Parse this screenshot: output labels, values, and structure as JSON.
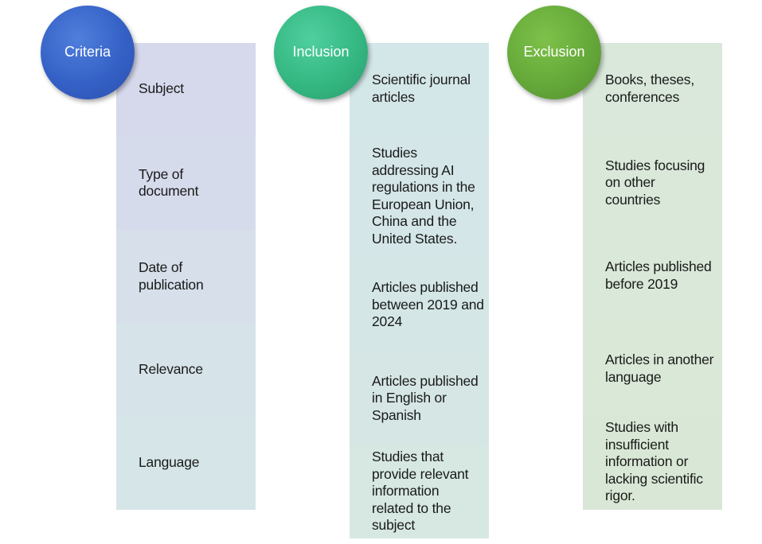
{
  "colors": {
    "criteria_circle": "#3561c6",
    "inclusion_circle": "#35b882",
    "exclusion_circle": "#65a93a"
  },
  "columns": {
    "criteria": {
      "title": "Criteria",
      "items": [
        "Subject",
        "Type of document",
        "Date of publication",
        "Relevance",
        "Language"
      ]
    },
    "inclusion": {
      "title": "Inclusion",
      "items": [
        "Scientific journal articles",
        "Studies addressing AI regulations in the European Union, China and the United States.",
        "Articles published between 2019 and 2024",
        "Articles published in English or Spanish",
        "Studies that provide relevant information related to the subject"
      ]
    },
    "exclusion": {
      "title": "Exclusion",
      "items": [
        "Books, theses, conferences",
        "Studies focusing on other countries",
        "Articles published before 2019",
        "Articles in another language",
        "Studies with insufficient information or lacking scientific rigor."
      ]
    }
  }
}
